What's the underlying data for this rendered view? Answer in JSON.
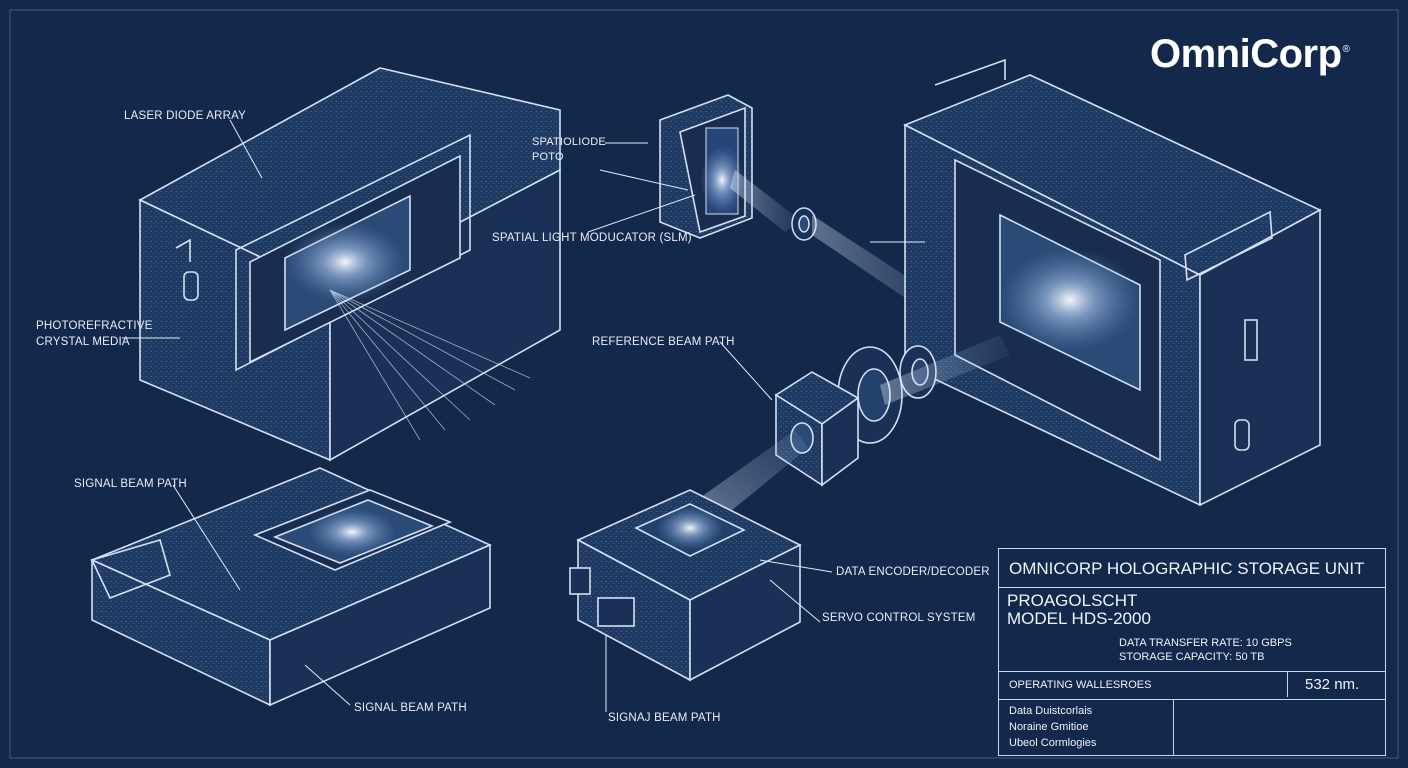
{
  "brand": {
    "name": "OmniCorp",
    "mark": "®"
  },
  "labels": {
    "laser_diode_array": "LASER DIODE ARRAY",
    "photodiode_line1": "SPATIOLIODE",
    "photodiode_line2": "POTO",
    "slm": "SPATIAL LIGHT MODUCATOR (SLM)",
    "photorefractive_line1": "PHOTOREFRACTIVE",
    "photorefractive_line2": "CRYSTAL MEDIA",
    "reference_beam": "REFERENCE BEAM PATH",
    "signal_beam_top": "SIGNAL BEAM PATH",
    "signal_beam_bottom_left": "SIGNAL BEAM PATH",
    "signal_beam_bottom_center": "SIGNAJ BEAM PATH",
    "data_encoder": "DATA ENCODER/DECODER",
    "servo": "SERVO CONTROL SYSTEM"
  },
  "title_block": {
    "title": "OMNICORP HOLOGRAPHIC STORAGE UNIT",
    "product_line1": "PROAGOLSCHT",
    "product_line2": "MODEL HDS-2000",
    "spec1": "DATA TRANSFER RATE: 10 GBPS",
    "spec2": "STORAGE CAPACITY: 50 TB",
    "wavelength_label": "OPERATING WALLESROES",
    "wavelength_value": "532 nm.",
    "notes": [
      "Data Duistcorlais",
      "Noraine Gmitioe",
      "Ubeol Cormlogies"
    ]
  },
  "colors": {
    "background": "#13294b",
    "line": "#c8d6ec",
    "glow": "#dbe8ff",
    "device_fill": "#1d3559"
  }
}
